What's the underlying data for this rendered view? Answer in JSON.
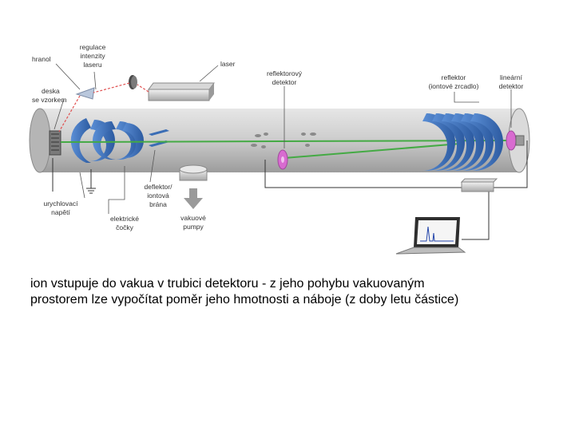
{
  "labels": {
    "hranol": "hranol",
    "regulace_1": "regulace",
    "regulace_2": "intenzity",
    "regulace_3": "laseru",
    "laser": "laser",
    "deska_1": "deska",
    "deska_2": "se vzorkem",
    "reflektorovy_1": "reflektorový",
    "reflektorovy_2": "detektor",
    "reflektor_1": "reflektor",
    "reflektor_2": "(iontové zrcadlo)",
    "linearni_1": "lineární",
    "linearni_2": "detektor",
    "urychlovaci_1": "urychlovací",
    "urychlovaci_2": "napětí",
    "cocky_1": "elektrické",
    "cocky_2": "čočky",
    "deflektor_1": "deflektor/",
    "deflektor_2": "iontová",
    "deflektor_3": "brána",
    "pumpy_1": "vakuové",
    "pumpy_2": "pumpy"
  },
  "caption": {
    "line1": "ion vstupuje do vakua v trubici detektoru - z jeho pohybu vakuovaným",
    "line2": "prostorem lze vypočítat poměr jeho hmotnosti a náboje (z doby letu částice)"
  },
  "colors": {
    "tube": "#c9c9c9",
    "lens_blue": "#3a6db5",
    "ion_path": "#44aa44",
    "laser_beam": "#e05050",
    "detector_pink": "#d86bd0"
  }
}
